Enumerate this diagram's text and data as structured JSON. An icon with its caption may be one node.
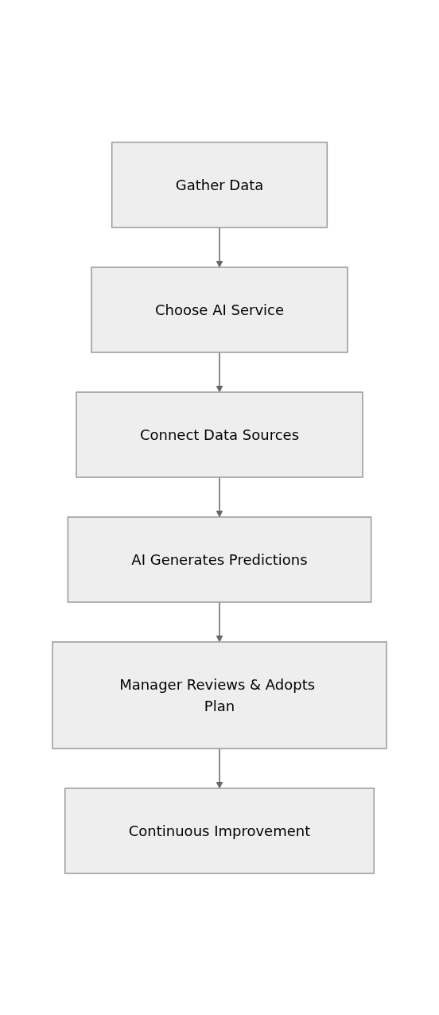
{
  "diagram": {
    "nodes": [
      {
        "text": [
          "Gather Data"
        ]
      },
      {
        "text": [
          "Choose AI Service"
        ]
      },
      {
        "text": [
          "Connect Data Sources"
        ]
      },
      {
        "text": [
          "AI Generates Predictions"
        ]
      },
      {
        "text": [
          "Manager Reviews & Adopts Plan"
        ]
      },
      {
        "text": [
          "Continuous Improvement"
        ]
      }
    ],
    "edges": [
      {
        "from": 0,
        "to": 1,
        "arrow": "to"
      },
      {
        "from": 1,
        "to": 2,
        "arrow": "to"
      },
      {
        "from": 2,
        "to": 3,
        "arrow": "to"
      },
      {
        "from": 3,
        "to": 4,
        "arrow": "to"
      },
      {
        "from": 4,
        "to": 5,
        "arrow": "to"
      }
    ]
  }
}
